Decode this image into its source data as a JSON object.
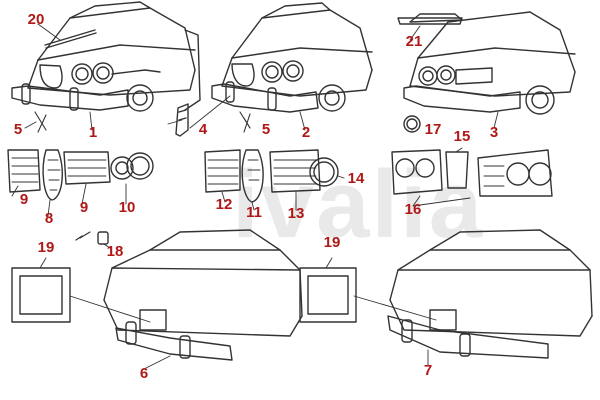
{
  "watermark_text": "ivalia",
  "callout_color": "#b01818",
  "line_color": "#333333",
  "callouts": [
    {
      "label": "20",
      "name": "callout-20-hood-trim"
    },
    {
      "label": "5",
      "name": "callout-5-left-bracket"
    },
    {
      "label": "1",
      "name": "callout-1-front-bumper"
    },
    {
      "label": "4",
      "name": "callout-4-bumper-mount"
    },
    {
      "label": "5",
      "name": "callout-5-center-bracket"
    },
    {
      "label": "2",
      "name": "callout-2-front-bumper"
    },
    {
      "label": "21",
      "name": "callout-21-roof-spoiler"
    },
    {
      "label": "17",
      "name": "callout-17-fog-light-ring"
    },
    {
      "label": "3",
      "name": "callout-3-front-bumper"
    },
    {
      "label": "9",
      "name": "callout-9-left-grille"
    },
    {
      "label": "8",
      "name": "callout-8-center-shield"
    },
    {
      "label": "9",
      "name": "callout-9-right-grille"
    },
    {
      "label": "10",
      "name": "callout-10-headlight-ring"
    },
    {
      "label": "18",
      "name": "callout-18-grille-clip"
    },
    {
      "label": "12",
      "name": "callout-12-left-grille"
    },
    {
      "label": "11",
      "name": "callout-11-center-shield"
    },
    {
      "label": "13",
      "name": "callout-13-right-grille"
    },
    {
      "label": "14",
      "name": "callout-14-headlight-ring"
    },
    {
      "label": "15",
      "name": "callout-15-center-shield"
    },
    {
      "label": "16",
      "name": "callout-16-full-grille-assembly"
    },
    {
      "label": "19",
      "name": "callout-19-left-plate-frame"
    },
    {
      "label": "6",
      "name": "callout-6-rear-bumper"
    },
    {
      "label": "19",
      "name": "callout-19-right-plate-frame"
    },
    {
      "label": "7",
      "name": "callout-7-rear-bumper"
    }
  ]
}
